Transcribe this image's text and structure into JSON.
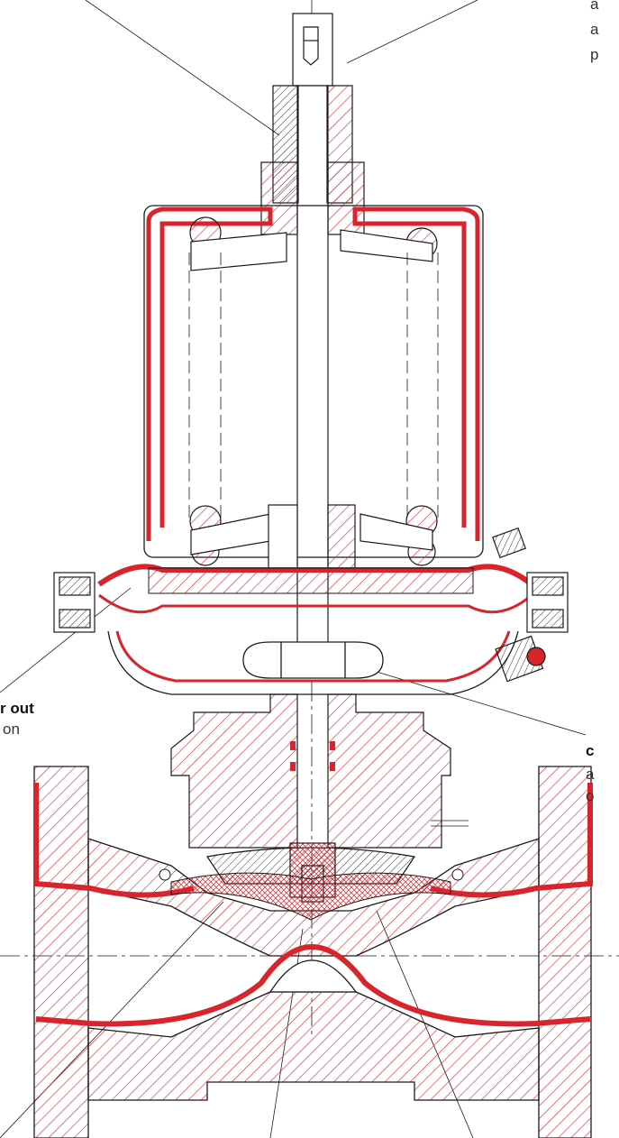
{
  "labels": {
    "top_right": [
      "a",
      "a",
      "p"
    ],
    "left_bold": "r out",
    "left_sub": "on",
    "right_bold": "c",
    "right_lines": [
      "a",
      "o"
    ]
  },
  "colors": {
    "accent": "#d8242c",
    "line": "#1a1a1a"
  }
}
